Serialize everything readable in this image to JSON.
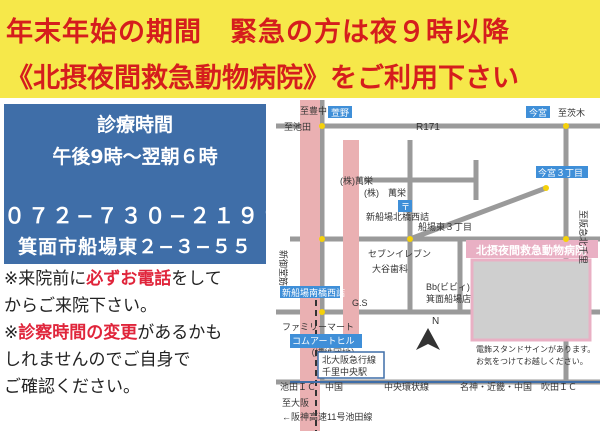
{
  "banner": {
    "line1": "年末年始の期間　緊急の方は夜９時以降",
    "line2": "《北摂夜間救急動物病院》をご利用下さい",
    "bg_color": "#f6e84a",
    "text_color": "#d51d1d"
  },
  "hours_box": {
    "title": "診療時間",
    "time": "午後9時〜翌朝６時",
    "phone": "０７２−７３０−２１９９",
    "address": "箕面市船場東２−３−５５",
    "bg_color": "#3f6ea8"
  },
  "notes": {
    "n1_pre": "※来院前に",
    "n1_red": "必ずお電話",
    "n1_post": "をして",
    "n2": "からご来院下さい。",
    "n3_pre": "※",
    "n3_red": "診察時間の変更",
    "n3_post": "があるかも",
    "n4": "しれませんのでご自身で",
    "n5": "ご確認ください。"
  },
  "map": {
    "labels": {
      "shitei": "至豊中",
      "kayano_badge": "萱野",
      "imamiya_badge": "今宮",
      "shimaki": "至茨木",
      "ikeda": "至池田",
      "r171": "R171",
      "imamiya3": "今宮３丁目",
      "kayano": "(株)萬栄",
      "bank": "(株)　萬栄",
      "shinmido_road": "新御堂筋",
      "funaba_kita": "新船場北橋西詰",
      "post": "〒",
      "funaba3": "船場東３丁目",
      "seven": "セブンイレブン",
      "daiyou": "大谷歯科",
      "bibiti": "Bb(ビビィ)",
      "bibiti2": "箕面船場店",
      "funaba_minami": "新船場南橋西詰",
      "gs": "G.S",
      "family": "ファミリーマート",
      "komuart": "コムアートヒル",
      "komuart2": "（繊維団地）",
      "kita_osaka": "北大阪急行線",
      "senri": "千里中央駅",
      "hospital": "北摂夜間救急動物病院",
      "sign": "電飾スタンドサインがあります。",
      "sign2": "お気をつけてお越しください。",
      "ikeda_ic": "池田ＩＣ　中国",
      "chuo": "中央環状線",
      "meishin": "名神・近畿・中国　吹田ＩＣ",
      "osaka": "至大阪",
      "hanshin": "←阪神高速11号池田線",
      "shiuji": "至阪急北千里",
      "north": "N"
    }
  }
}
